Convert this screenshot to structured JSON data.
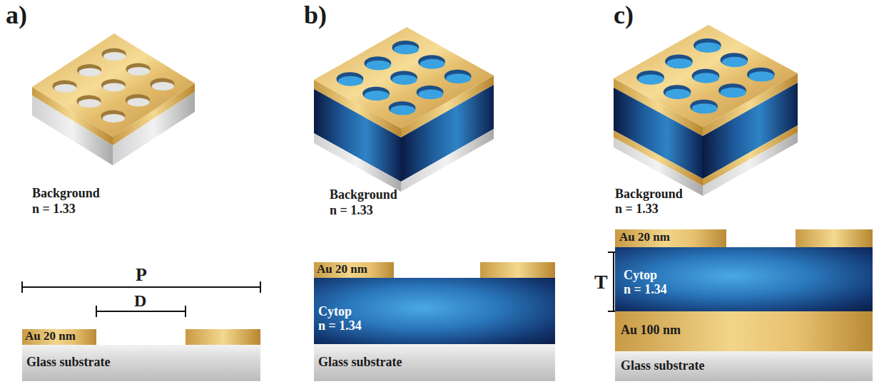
{
  "diagram": {
    "nodes": [
      {
        "text": [
          "Au 20 nm"
        ]
      },
      {
        "text": [
          "Glass substrate"
        ]
      },
      {
        "text": [
          "Au 20 nm"
        ]
      },
      {
        "text": [
          "Cytop",
          "n = 1.34"
        ]
      },
      {
        "text": [
          "Glass substrate"
        ]
      },
      {
        "text": [
          "Au 20 nm"
        ]
      },
      {
        "text": [
          "Cytop",
          "n = 1.34"
        ]
      },
      {
        "text": [
          "Au 100 nm"
        ]
      },
      {
        "text": [
          "Glass substrate"
        ]
      }
    ],
    "labels": [
      "a)",
      "Background",
      "n = 1.33",
      "P",
      "D",
      "b)",
      "Background",
      "n = 1.33",
      "c)",
      "Background",
      "n = 1.33",
      "T"
    ]
  }
}
